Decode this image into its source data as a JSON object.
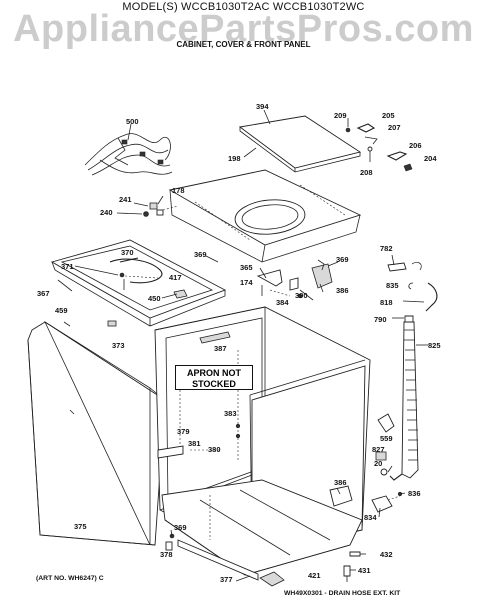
{
  "header": {
    "model_line": "MODEL(S) WCCB1030T2AC  WCCB1030T2WC",
    "subtitle": "CABINET, COVER & FRONT PANEL",
    "watermark": "AppliancePartsPros.com"
  },
  "apron_note": {
    "line1": "APRON NOT",
    "line2": "STOCKED"
  },
  "footer": {
    "art_no": "(ART NO. WH6247) C",
    "kit_note": "WH49X0301 - DRAIN HOSE EXT. KIT"
  },
  "callouts": {
    "c500": "500",
    "c394": "394",
    "c209": "209",
    "c205": "205",
    "c207": "207",
    "c198": "198",
    "c206": "206",
    "c204": "204",
    "c208": "208",
    "c178": "178",
    "c241": "241",
    "c240": "240",
    "c370": "370",
    "c371": "371",
    "c417": "417",
    "c367": "367",
    "c450": "450",
    "c459": "459",
    "c373": "373",
    "c369a": "369",
    "c365": "365",
    "c174": "174",
    "c384": "384",
    "c390": "390",
    "c369b": "369",
    "c386a": "386",
    "c782": "782",
    "c835": "835",
    "c818": "818",
    "c790": "790",
    "c825": "825",
    "c387": "387",
    "c383": "383",
    "c379": "379",
    "c381": "381",
    "c380": "380",
    "c559": "559",
    "c827": "827",
    "c20": "20",
    "c386b": "386",
    "c836": "836",
    "c834": "834",
    "c375": "375",
    "c369c": "369",
    "c378": "378",
    "c377": "377",
    "c421": "421",
    "c432": "432",
    "c431": "431"
  }
}
